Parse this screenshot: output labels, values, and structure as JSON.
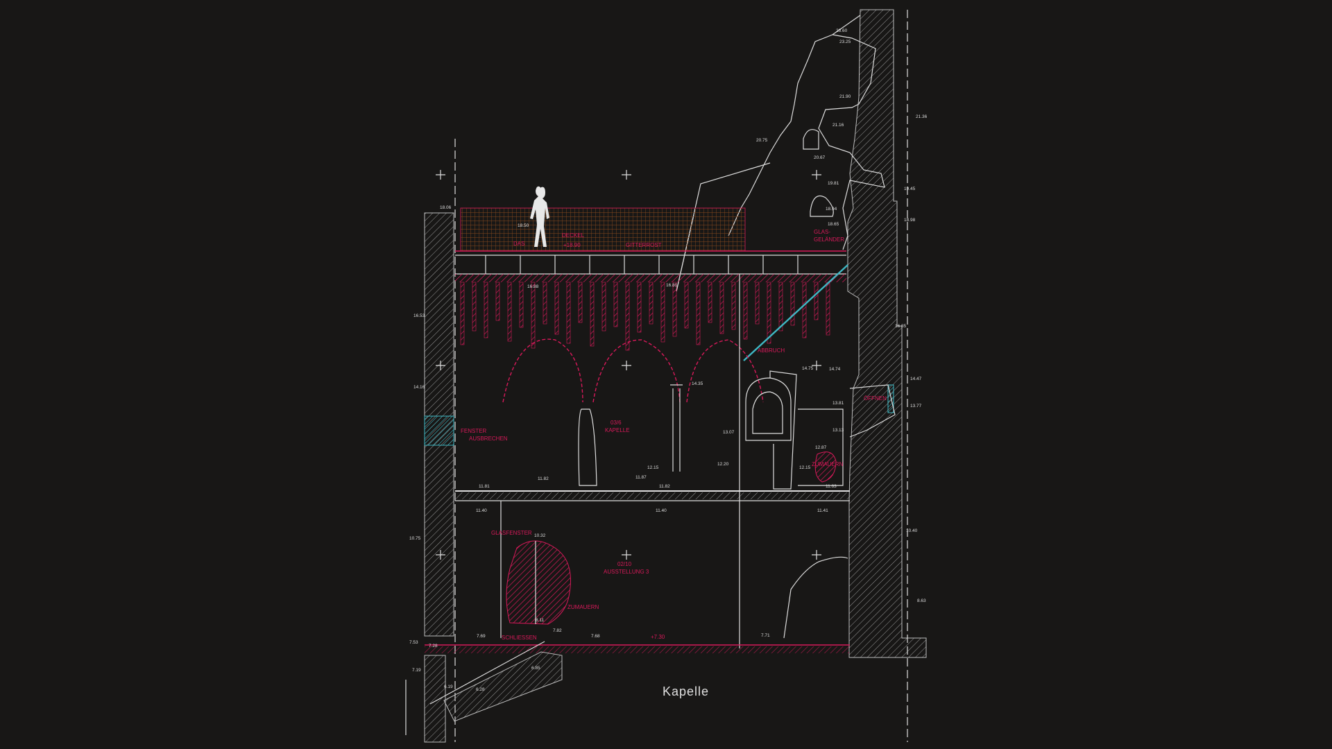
{
  "drawing": {
    "title": "Kapelle",
    "labels": {
      "deckel": "DECKEL",
      "deckel_elev": "+18.90",
      "gitterrost": "GITTERROST",
      "das": "DAS",
      "glas_gelaender_1": "GLAS-",
      "glas_gelaender_2": "GELÄNDER",
      "abbruch": "ABBRUCH",
      "room_upper_id": "03/6",
      "room_upper_name": "KAPELLE",
      "room_lower_id": "02/10",
      "room_lower_name": "AUSSTELLUNG 3",
      "fenster_1": "FENSTER",
      "fenster_2": "AUSBRECHEN",
      "glasfenster": "GLASFENSTER",
      "zumauern_upper": "ZUMAUERN",
      "zumauern_lower": "ZUMAUERN",
      "schliessen": "SCHLIESSEN",
      "oeffnen": "ÖFFNEN"
    },
    "elevations": {
      "e2360": "23.60",
      "e2325": "23.25",
      "e2190": "21.90",
      "e2116": "21.16",
      "e2136": "21.36",
      "e2075": "20.75",
      "e2067": "20.67",
      "e1981": "19.81",
      "e1945": "19.45",
      "e1894": "18.94",
      "e1898": "18.98",
      "e1865": "18.65",
      "e1806": "18.06",
      "e1850": "18.50",
      "e1681": "16.81",
      "e1688": "16.88",
      "e1653": "16.53",
      "e1685": "16.85",
      "e1475": "14.75",
      "e1474": "14.74",
      "e1447": "14.47",
      "e1435": "14.35",
      "e1416": "14.16",
      "e1381": "13.81",
      "e1377": "13.77",
      "e1313": "13.13",
      "e1307": "13.07",
      "e1287": "12.87",
      "e1220": "12.20",
      "e1215a": "12.15",
      "e1215b": "12.15",
      "e1187": "11.87",
      "e1182": "11.82",
      "e1182b": "11.82",
      "e1181": "11.81",
      "e1163": "11.63",
      "e1140a": "11.40",
      "e1140b": "11.40",
      "e1141": "11.41",
      "e1075": "10.75",
      "e1040": "10.40",
      "e1032": "10.32",
      "e863": "8.63",
      "e811": "8.11",
      "e782": "7.82",
      "e769": "7.69",
      "e768": "7.68",
      "e771": "7.71",
      "e753": "7.53",
      "e728": "7.28",
      "e719": "7.19",
      "e685": "6.85",
      "e628": "6.28",
      "e619": "6.19",
      "e730": "+7.30"
    }
  },
  "colors": {
    "background": "#181716",
    "line": "#dedede",
    "accent": "#d8195a",
    "cyan": "#3fb8c4",
    "mesh": "#8a4a1e"
  }
}
